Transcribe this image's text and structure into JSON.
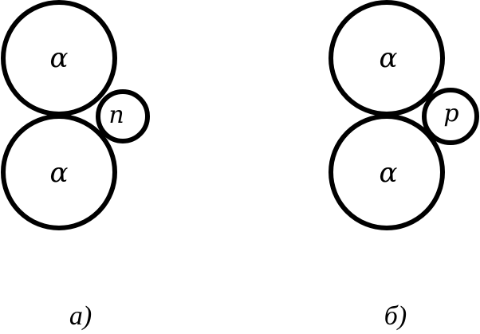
{
  "panels": [
    {
      "caption": "а)",
      "top_circle_label": "α",
      "bottom_circle_label": "α",
      "side_circle_label": "n"
    },
    {
      "caption": "б)",
      "top_circle_label": "α",
      "bottom_circle_label": "α",
      "side_circle_label": "p"
    }
  ],
  "colors": {
    "stroke": "#000000",
    "background": "#ffffff"
  }
}
